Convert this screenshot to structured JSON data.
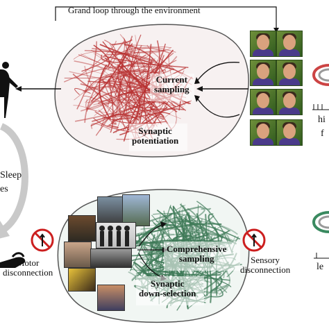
{
  "top": {
    "loop_label": "Grand loop through the environment",
    "current_sampling": "Current\nsampling",
    "synaptic_potentiation": "Synaptic\npotentiation",
    "right_fragment_1": "hi",
    "right_fragment_2": "f"
  },
  "middle": {
    "sleep_label": "Sleep",
    "sleep_label_2": "es"
  },
  "bottom": {
    "comprehensive_sampling": "Comprehensive\nsampling",
    "synaptic_down_selection": "Synaptic\ndown-selection",
    "motor_label": "Motor\ndisconnection",
    "sensory_label": "Sensory\ndisconnection",
    "right_fragment": "le"
  },
  "colors": {
    "wake_fibers": "#b83232",
    "sleep_fibers": "#3f7a58",
    "no_sign": "#cc1f1f"
  },
  "icons": [
    "person-silhouette-icon",
    "no-entry-icon",
    "no-entry-icon",
    "sleep-arrow-icon"
  ]
}
